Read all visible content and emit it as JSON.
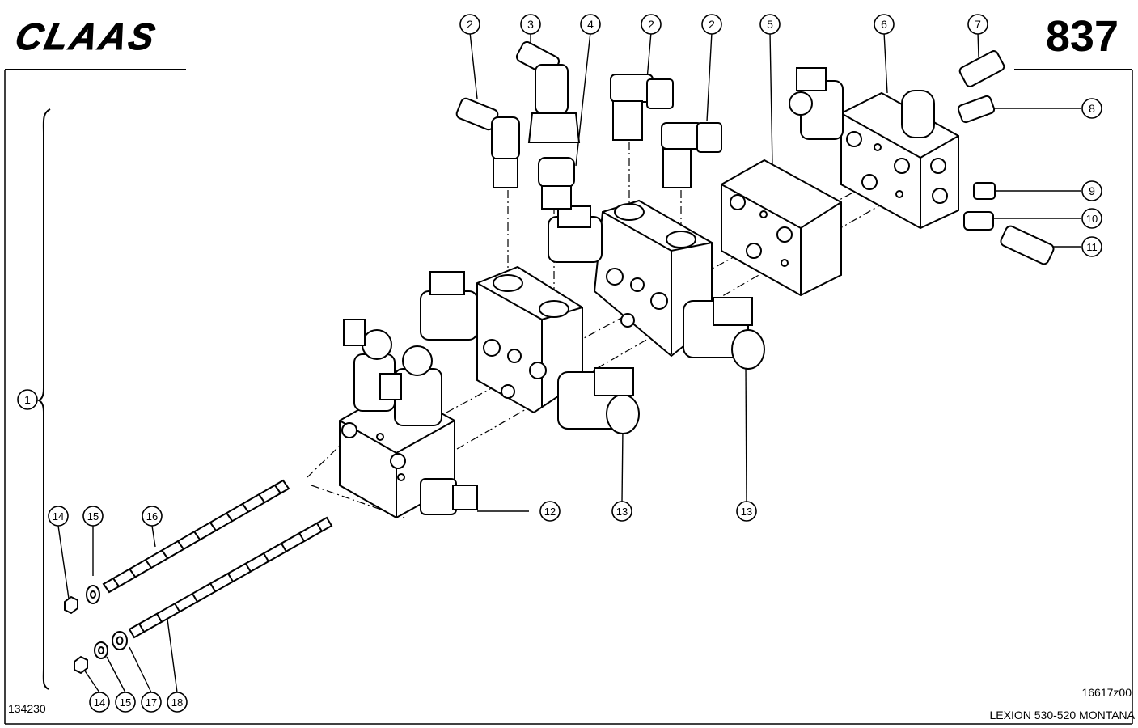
{
  "header": {
    "brand": "CLAAS",
    "page_number": "837"
  },
  "footer": {
    "drawing_id": "134230",
    "figure_code": "16617z00",
    "model": "LEXION 530-520 MONTANA"
  },
  "callouts": [
    {
      "part": "1"
    },
    {
      "part": "2"
    },
    {
      "part": "3"
    },
    {
      "part": "4"
    },
    {
      "part": "2"
    },
    {
      "part": "2"
    },
    {
      "part": "5"
    },
    {
      "part": "6"
    },
    {
      "part": "7"
    },
    {
      "part": "8"
    },
    {
      "part": "9"
    },
    {
      "part": "10"
    },
    {
      "part": "11"
    },
    {
      "part": "12"
    },
    {
      "part": "13"
    },
    {
      "part": "13"
    },
    {
      "part": "14"
    },
    {
      "part": "15"
    },
    {
      "part": "16"
    },
    {
      "part": "14"
    },
    {
      "part": "15"
    },
    {
      "part": "17"
    },
    {
      "part": "18"
    }
  ]
}
